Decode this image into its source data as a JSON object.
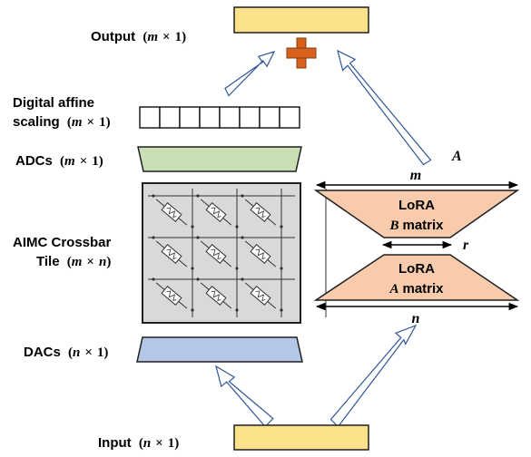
{
  "labels": {
    "output": "Output",
    "scaling_line1": "Digital affine",
    "scaling_line2": "scaling",
    "adcs": "ADCs",
    "aimc_line1": "AIMC Crossbar",
    "aimc_line2": "Tile",
    "dacs": "DACs",
    "input": "Input",
    "lora": "LoRA",
    "matrix": "matrix"
  },
  "math": {
    "m": "m",
    "n": "n",
    "r": "r",
    "A": "A",
    "B": "B",
    "times": "×",
    "one": "1",
    "open": "(",
    "close": ")"
  },
  "colors": {
    "output_bar": "#fbe28a",
    "input_bar": "#fbe28a",
    "adc": "#c8e0b4",
    "dac": "#b4c7e7",
    "lora": "#f8cbad",
    "plus": "#d9601c",
    "crossbar_bg": "#d9d9d9",
    "outline": "#1f1f1f",
    "arrow_outline": "#2f5597"
  },
  "icons": [
    "plus-icon",
    "hollow-arrow-icon",
    "resistor-cell-icon"
  ]
}
